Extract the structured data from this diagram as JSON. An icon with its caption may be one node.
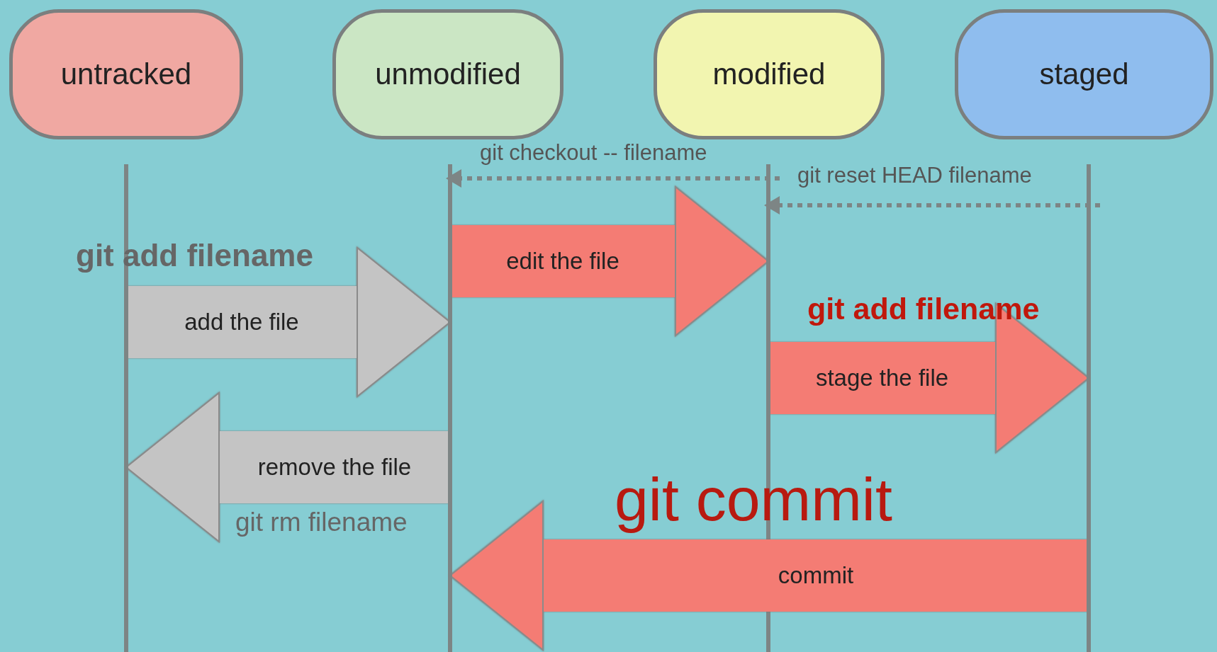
{
  "diagram": {
    "nodes": [
      {
        "text": [
          "untracked"
        ]
      },
      {
        "text": [
          "unmodified"
        ]
      },
      {
        "text": [
          "modified"
        ]
      },
      {
        "text": [
          "staged"
        ]
      }
    ],
    "edges": [
      {
        "from": 2,
        "to": 1,
        "arrow": "to",
        "label": "git checkout -- filename",
        "style": "dashed",
        "color": "#7d8585"
      },
      {
        "from": 3,
        "to": 2,
        "arrow": "to",
        "label": "git reset HEAD filename",
        "style": "dashed",
        "color": "#7d8585"
      },
      {
        "from": 1,
        "to": 2,
        "arrow": "to",
        "label": "edit the file"
      },
      {
        "from": 0,
        "to": 1,
        "arrow": "to",
        "label": "add the file",
        "color": "#c4c4c4"
      },
      {
        "from": 2,
        "to": 3,
        "arrow": "to",
        "label": "stage the file"
      },
      {
        "from": 1,
        "to": 0,
        "arrow": "to",
        "label": "remove the file",
        "color": "#c4c4c4"
      },
      {
        "from": 3,
        "to": 1,
        "arrow": "to",
        "label": "commit"
      }
    ],
    "labels": [
      "git add filename",
      "git rm filename",
      "git add filename",
      "git commit"
    ]
  }
}
